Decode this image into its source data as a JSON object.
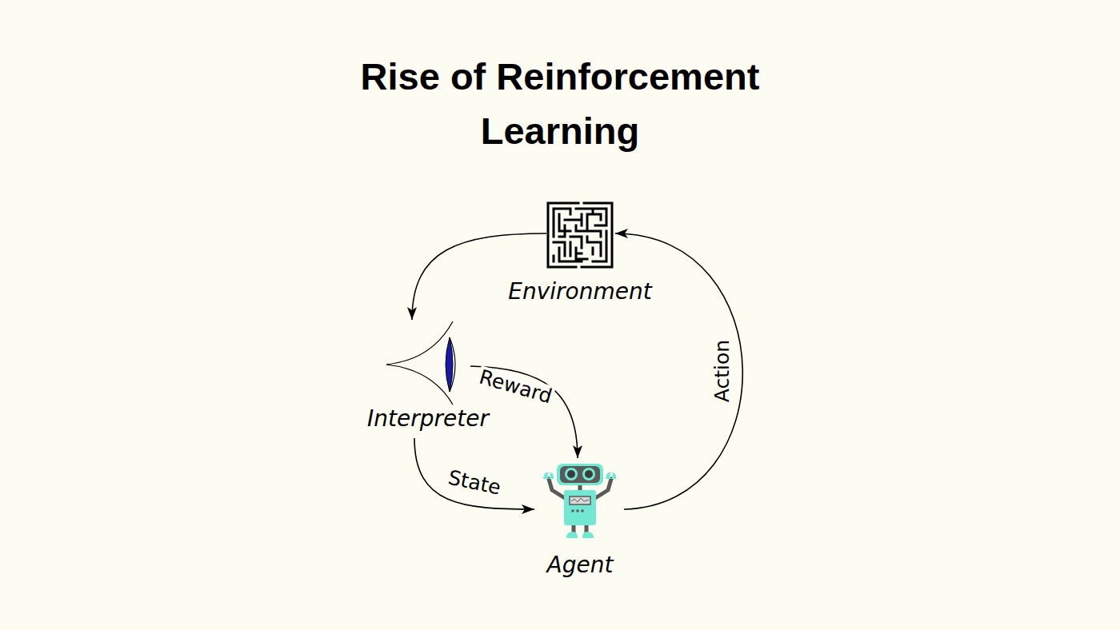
{
  "diagram": {
    "title": "Rise of Reinforcement Learning",
    "nodes": [
      {
        "text": [
          "Environment"
        ]
      },
      {
        "text": [
          "Interpreter"
        ]
      },
      {
        "text": [
          "Agent"
        ]
      }
    ],
    "edges": [
      {
        "from": 0,
        "to": 1,
        "arrow": "to"
      },
      {
        "from": 1,
        "to": 2,
        "label": "Reward",
        "arrow": "to"
      },
      {
        "from": 1,
        "to": 2,
        "label": "State",
        "arrow": "to"
      },
      {
        "from": 2,
        "to": 0,
        "label": "Action",
        "arrow": "to"
      }
    ]
  }
}
